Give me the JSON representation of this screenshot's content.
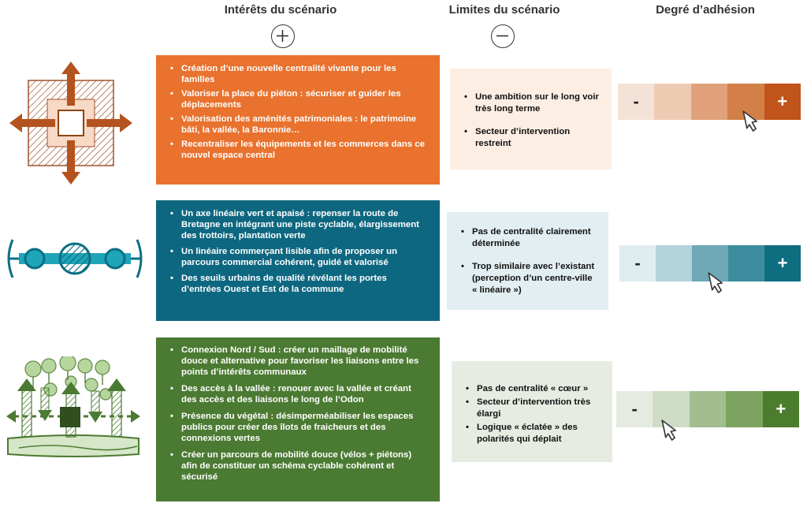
{
  "headers": {
    "interets": "Intérêts du scénario",
    "limites": "Limites du scénario",
    "adhesion": "Degré d’adhésion"
  },
  "symbols": {
    "plus": "plus-circle-icon",
    "minus": "minus-circle-icon"
  },
  "scale_labels": {
    "minus": "-",
    "plus": "+"
  },
  "colors": {
    "orange": "#E8722E",
    "orange_light": "#FDEEE4",
    "teal": "#0E6780",
    "teal_light": "#E2EEF1",
    "green": "#4B7A32",
    "green_light": "#E7ECE3"
  },
  "scenarios": [
    {
      "icon": "centrality-square-icon",
      "interets": [
        "Création d’une nouvelle centralité vivante pour les familles",
        "Valoriser la place du piéton : sécuriser et guider les déplacements",
        "Valorisation des aménités patrimoniales : le patrimoine bâti, la vallée, la Baronnie…",
        "Recentraliser les équipements et les commerces dans ce nouvel espace central"
      ],
      "limites": [
        "Une ambition sur le long voir très long terme",
        "Secteur d’intervention restreint"
      ],
      "adhesion_level": 4,
      "adhesion_scale": [
        "#F5E2D6",
        "#EECBB3",
        "#E1A27B",
        "#D27F48",
        "#C0541A"
      ]
    },
    {
      "icon": "linear-axis-icon",
      "interets": [
        "Un axe linéaire vert et apaisé : repenser la route de Bretagne en intégrant une piste cyclable, élargissement des trottoirs, plantation verte",
        "Un linéaire commerçant lisible afin de proposer un parcours commercial cohérent, guidé et valorisé",
        "Des seuils urbains de qualité révélant les portes d’entrées Ouest et Est de la commune"
      ],
      "limites": [
        "Pas de centralité clairement déterminée",
        "Trop similaire avec l’existant (perception d’un centre-ville « linéaire »)"
      ],
      "adhesion_level": 3,
      "adhesion_scale": [
        "#E0EDF0",
        "#B5D3DB",
        "#6EA8B6",
        "#3E8D9E",
        "#0F6D80"
      ]
    },
    {
      "icon": "green-network-icon",
      "interets": [
        "Connexion Nord / Sud : créer un maillage de mobilité douce et alternative pour favoriser les liaisons entre les points d’intérêts communaux",
        "Des accès à la vallée : renouer avec la vallée et créant des accès et des liaisons le long de l’Odon",
        "Présence du végétal : désimperméabiliser les espaces publics pour créer des îlots de fraicheurs et des connexions vertes",
        "Créer un parcours de mobilité douce (vélos + piétons) afin de constituer un schéma cyclable cohérent et sécurisé"
      ],
      "limites": [
        "Pas de centralité « cœur »",
        "Secteur d’intervention très élargi",
        "Logique « éclatée » des polarités qui déplait"
      ],
      "adhesion_level": 2,
      "adhesion_scale": [
        "#E6EBE2",
        "#CFDCC6",
        "#A2BD8E",
        "#7DA361",
        "#4C7D2E"
      ]
    }
  ]
}
